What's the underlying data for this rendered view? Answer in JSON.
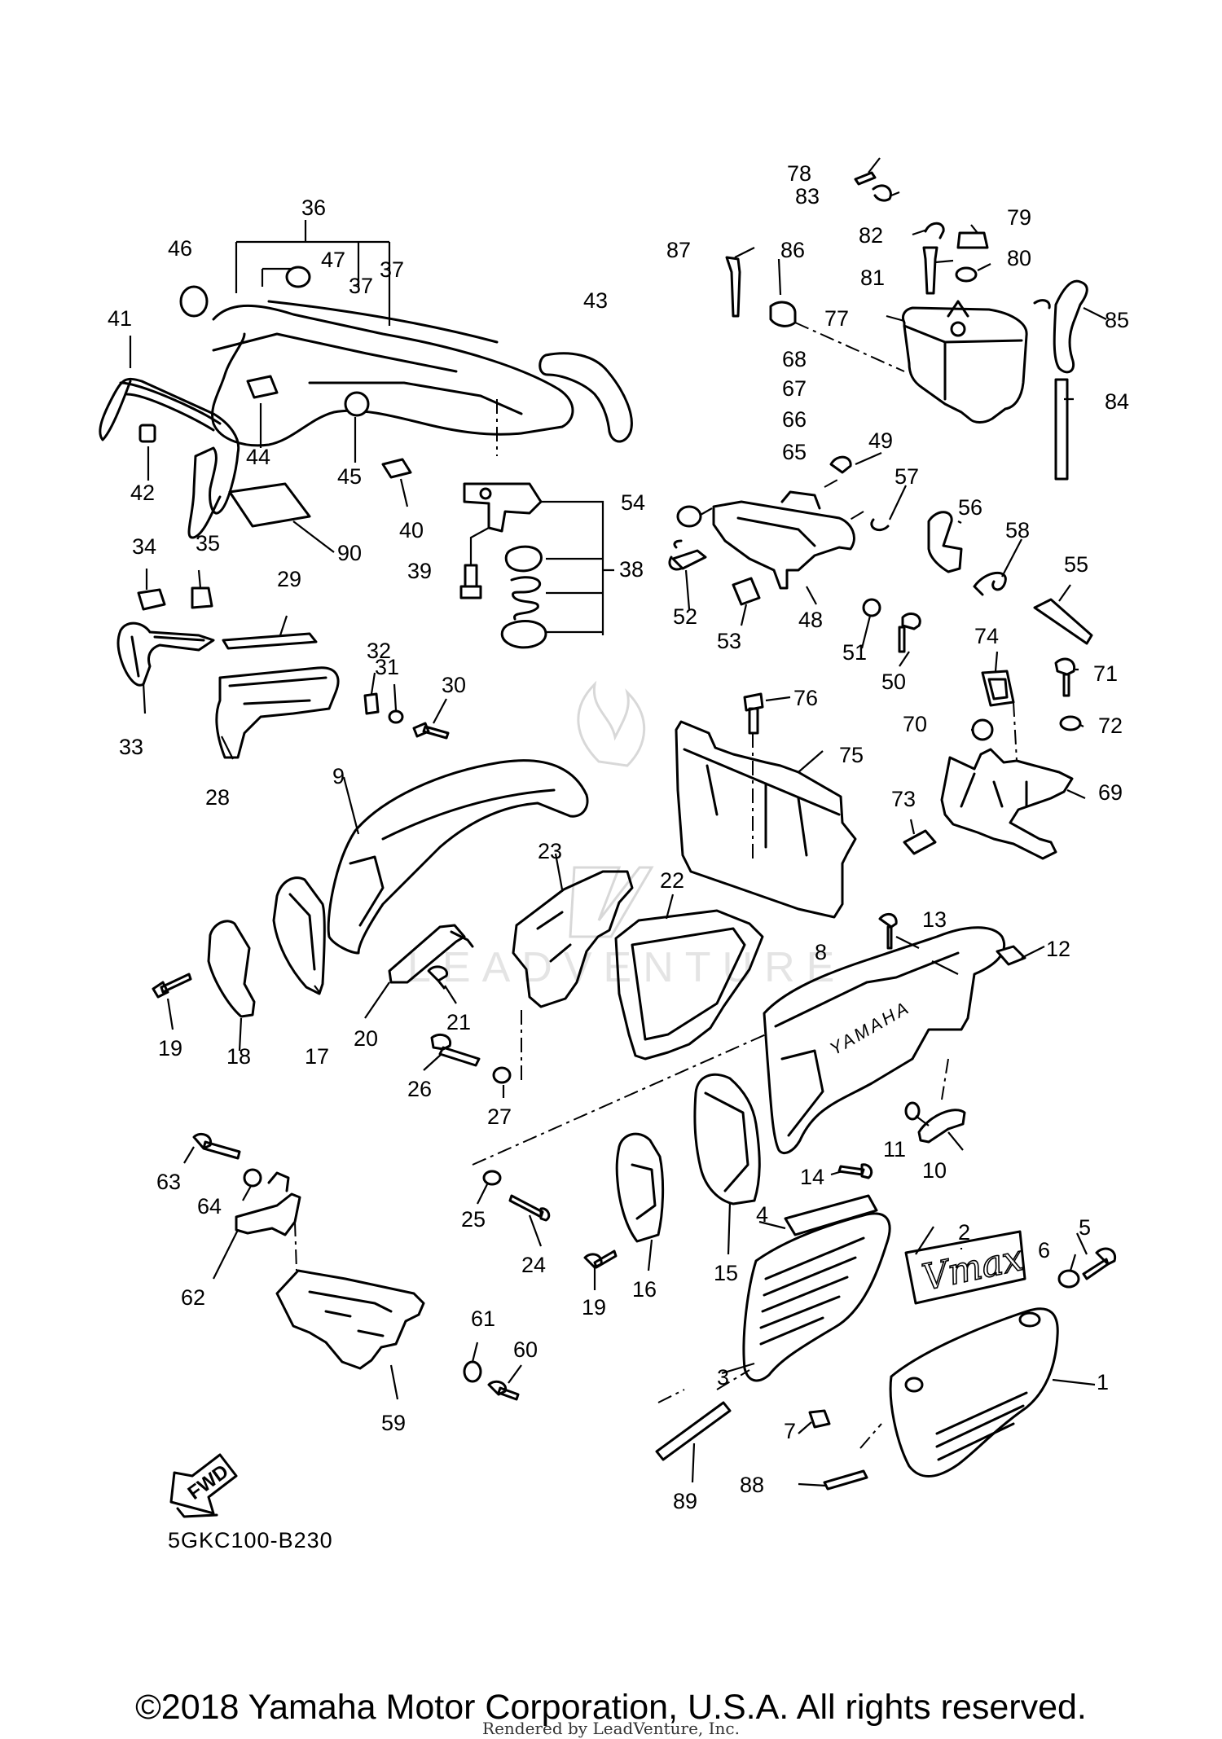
{
  "diagram": {
    "code": "5GKC100-B230",
    "brand_text": "YAMAHA",
    "emblem_text": "Vmax",
    "fwd_label": "FWD",
    "watermark_text": "LEADVENTURE"
  },
  "callouts": {
    "c1": "1",
    "c2": "2",
    "c3": "3",
    "c4": "4",
    "c5": "5",
    "c6": "6",
    "c7": "7",
    "c8": "8",
    "c9": "9",
    "c10": "10",
    "c11": "11",
    "c12": "12",
    "c13": "13",
    "c14": "14",
    "c15": "15",
    "c16": "16",
    "c17": "17",
    "c18": "18",
    "c19": "19",
    "c20": "20",
    "c21": "21",
    "c22": "22",
    "c23": "23",
    "c24": "24",
    "c25": "25",
    "c26": "26",
    "c27": "27",
    "c28": "28",
    "c29": "29",
    "c30": "30",
    "c31": "31",
    "c32": "32",
    "c33": "33",
    "c34": "34",
    "c35": "35",
    "c36": "36",
    "c37": "37",
    "c38": "38",
    "c39": "39",
    "c40": "40",
    "c41": "41",
    "c42": "42",
    "c43": "43",
    "c44": "44",
    "c45": "45",
    "c46": "46",
    "c47": "47",
    "c48": "48",
    "c49": "49",
    "c50": "50",
    "c51": "51",
    "c52": "52",
    "c53": "53",
    "c54": "54",
    "c55": "55",
    "c56": "56",
    "c57": "57",
    "c58": "58",
    "c59": "59",
    "c60": "60",
    "c61": "61",
    "c62": "62",
    "c63": "63",
    "c64": "64",
    "c65": "65",
    "c66": "66",
    "c67": "67",
    "c68": "68",
    "c69": "69",
    "c70": "70",
    "c71": "71",
    "c72": "72",
    "c73": "73",
    "c74": "74",
    "c75": "75",
    "c76": "76",
    "c77": "77",
    "c78": "78",
    "c79": "79",
    "c80": "80",
    "c81": "81",
    "c82": "82",
    "c83": "83",
    "c84": "84",
    "c85": "85",
    "c86": "86",
    "c87": "87",
    "c88": "88",
    "c89": "89",
    "c90": "90"
  },
  "footer": {
    "copyright": "©2018 Yamaha Motor Corporation, U.S.A. All rights reserved.",
    "rendered_by": "Rendered by LeadVenture, Inc."
  }
}
